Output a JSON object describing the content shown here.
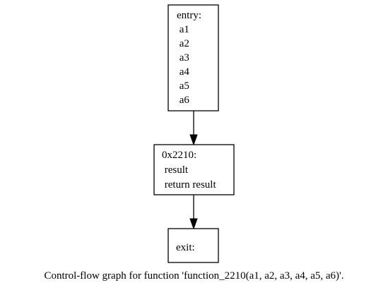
{
  "nodes": {
    "entry": {
      "lines": [
        "entry:",
        " a1",
        " a2",
        " a3",
        " a4",
        " a5",
        " a6"
      ]
    },
    "block": {
      "lines": [
        "0x2210:",
        " result",
        " return result"
      ]
    },
    "exit": {
      "lines": [
        "exit:"
      ]
    }
  },
  "edges": [
    {
      "from": "entry",
      "to": "block"
    },
    {
      "from": "block",
      "to": "exit"
    }
  ],
  "caption": "Control-flow graph for function 'function_2210(a1, a2, a3, a4, a5, a6)'."
}
